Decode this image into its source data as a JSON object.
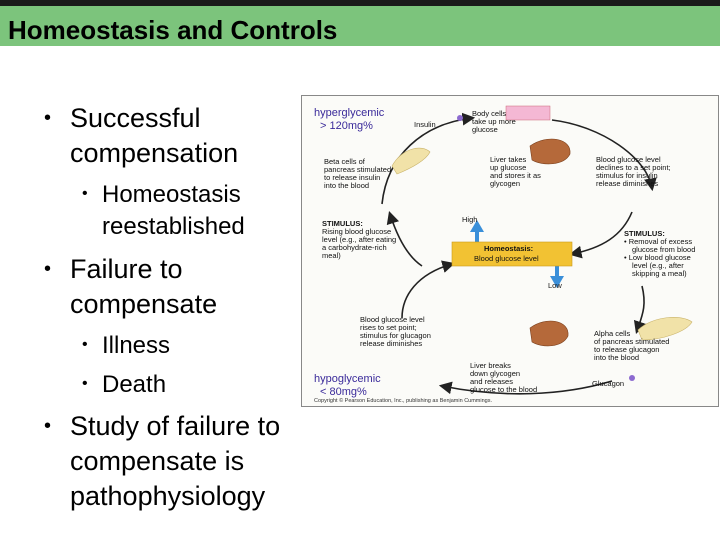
{
  "slide": {
    "title": "Homeostasis and Controls",
    "bullets": [
      {
        "line1": "Successful",
        "line2": "compensation"
      },
      {
        "line1": "Homeostasis",
        "line2": "reestablished"
      },
      {
        "line1": "Failure to",
        "line2": "compensate"
      },
      {
        "text": "Illness"
      },
      {
        "text": "Death"
      },
      {
        "line1": "Study of failure to",
        "line2": "compensate is",
        "line3": "pathophysiology"
      }
    ]
  },
  "diagram": {
    "hyper": {
      "l1": "hyperglycemic",
      "l2": "> 120mg%"
    },
    "hypo": {
      "l1": "hypoglycemic",
      "l2": "< 80mg%"
    },
    "insulin": "Insulin",
    "glucagon": "Glucagon",
    "body_cells": [
      "Body cells",
      "take up more",
      "glucose"
    ],
    "beta_cells": [
      "Beta cells of",
      "pancreas stimulated",
      "to release insulin",
      "into the blood"
    ],
    "liver_takes": [
      "Liver takes",
      "up glucose",
      "and stores it as",
      "glycogen"
    ],
    "declines": [
      "Blood glucose level",
      "declines to a set point;",
      "stimulus for insulin",
      "release diminishes"
    ],
    "stim_left": [
      "STIMULUS:",
      "Rising blood glucose",
      "level (e.g., after eating",
      "a carbohydrate-rich",
      "meal)"
    ],
    "stim_right": [
      "STIMULUS:",
      "• Removal of excess",
      "glucose from blood",
      "• Low blood glucose",
      "level (e.g., after",
      "skipping a meal)"
    ],
    "high": "High",
    "low": "Low",
    "homeostasis": [
      "Homeostasis:",
      "Blood glucose level"
    ],
    "rises": [
      "Blood glucose level",
      "rises to set point;",
      "stimulus for glucagon",
      "release diminishes"
    ],
    "alpha_cells": [
      "Alpha cells",
      "of pancreas stimulated",
      "to release glucagon",
      "into the blood"
    ],
    "liver_breaks": [
      "Liver breaks",
      "down glycogen",
      "and releases",
      "glucose to the blood"
    ],
    "credit": "Copyright © Pearson Education, Inc., publishing as Benjamin Cummings."
  },
  "colors": {
    "title_bar": "#7cc47c",
    "homeostasis_box": "#f2c233",
    "arrow_blue": "#3a8fd9",
    "hyper_text": "#3a2a9a"
  }
}
